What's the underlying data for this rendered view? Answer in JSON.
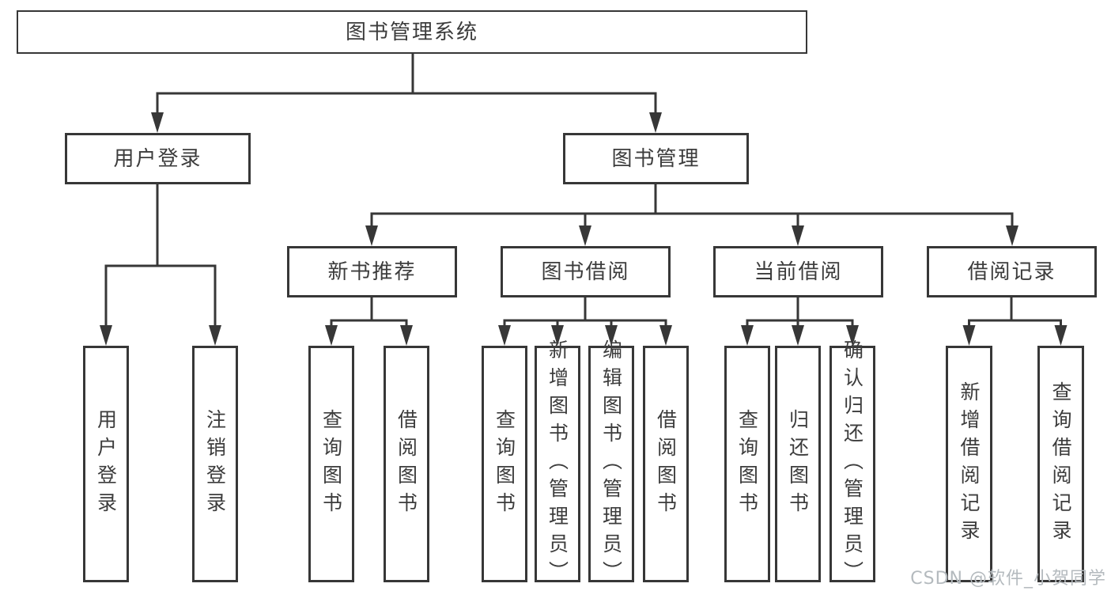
{
  "tree": {
    "root": {
      "label": "图书管理系统"
    },
    "level2": [
      {
        "label": "用户登录"
      },
      {
        "label": "图书管理"
      }
    ],
    "level3": [
      {
        "label": "新书推荐"
      },
      {
        "label": "图书借阅"
      },
      {
        "label": "当前借阅"
      },
      {
        "label": "借阅记录"
      }
    ],
    "leaves": {
      "user_login": [
        "用户登录",
        "注销登录"
      ],
      "new_books": [
        "查询图书",
        "借阅图书"
      ],
      "book_borrow": [
        "查询图书",
        "新增图书（管理员）",
        "编辑图书（管理员）",
        "借阅图书"
      ],
      "current_borrow": [
        "查询图书",
        "归还图书",
        "确认归还（管理员）"
      ],
      "borrow_records": [
        "新增借阅记录",
        "查询借阅记录"
      ]
    }
  },
  "watermark": {
    "text": "CSDN @软件_小贺同学"
  },
  "colors": {
    "line": "#373737",
    "box_border": "#373737",
    "box_fill": "#ffffff",
    "text": "#3c3c3c",
    "watermark": "#b4babe",
    "background": "#ffffff"
  }
}
